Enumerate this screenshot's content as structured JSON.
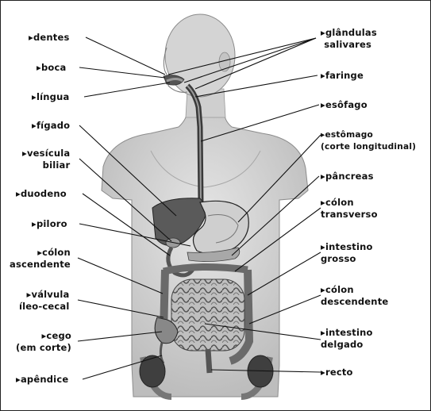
{
  "diagram": {
    "left_labels": [
      {
        "id": "dentes",
        "text": "▸dentes"
      },
      {
        "id": "boca",
        "text": "▸boca"
      },
      {
        "id": "lingua",
        "text": "▸língua"
      },
      {
        "id": "figado",
        "text": "▸fígado"
      },
      {
        "id": "vesicula",
        "text": "▸vesícula\nbiliar"
      },
      {
        "id": "duodeno",
        "text": "▸duodeno"
      },
      {
        "id": "piloro",
        "text": "▸piloro"
      },
      {
        "id": "colon_asc",
        "text": "▸cólon\nascendente"
      },
      {
        "id": "valvula",
        "text": "▸válvula\níleo-cecal"
      },
      {
        "id": "cego",
        "text": "▸cego\n(em corte)"
      },
      {
        "id": "apendice",
        "text": "▸apêndice"
      }
    ],
    "right_labels": [
      {
        "id": "glandulas",
        "text": "▸glândulas\n salivares"
      },
      {
        "id": "faringe",
        "text": "▸faringe"
      },
      {
        "id": "esofago",
        "text": "▸esôfago"
      },
      {
        "id": "estomago",
        "text": "▸estômago\n(corte longitudinal)"
      },
      {
        "id": "pancreas",
        "text": "▸pâncreas"
      },
      {
        "id": "colon_trans",
        "text": "▸cólon\ntransverso"
      },
      {
        "id": "intestino_grosso",
        "text": "▸intestino\ngrosso"
      },
      {
        "id": "colon_desc",
        "text": "▸cólon\ndescendente"
      },
      {
        "id": "intestino_delgado",
        "text": "▸intestino\ndelgado"
      },
      {
        "id": "recto",
        "text": "▸recto"
      }
    ]
  },
  "colors": {
    "skin": "#d9d9d9",
    "skin_shadow": "#b9b9b9",
    "organ_dark": "#444444",
    "organ_mid": "#8a8a8a",
    "line": "#111111"
  }
}
